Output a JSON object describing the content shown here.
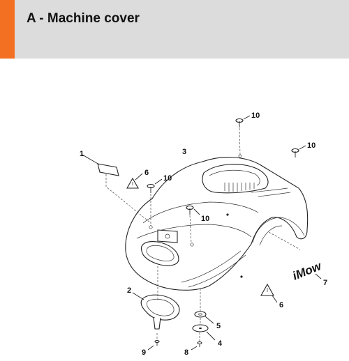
{
  "header": {
    "title": "A - Machine cover",
    "accent_color": "#f36f21",
    "background_color": "#dcdcdc"
  },
  "callouts": {
    "c1": "1",
    "c2": "2",
    "c3": "3",
    "c4": "4",
    "c5": "5",
    "c6a": "6",
    "c6b": "6",
    "c7": "7",
    "c8": "8",
    "c9": "9",
    "c10a": "10",
    "c10b": "10",
    "c10c": "10",
    "c10d": "10"
  },
  "logo": {
    "text": "iMow"
  }
}
